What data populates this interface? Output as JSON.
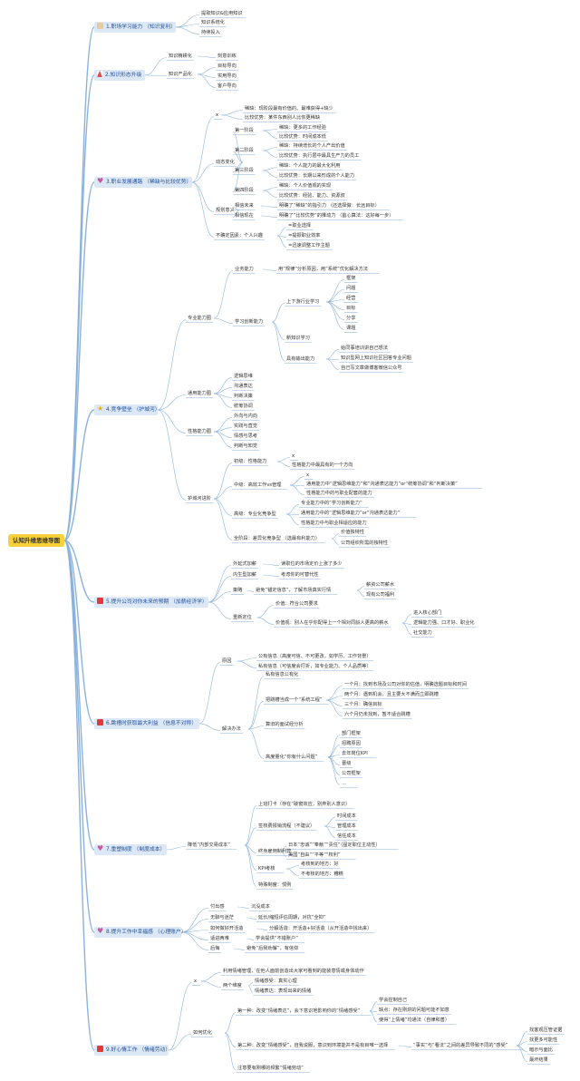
{
  "root": "认知升维思维导图",
  "colors": {
    "branch_line": "#8ab2dd",
    "branch_fill": "#dde8f6",
    "root_fill": "#f6d13a",
    "text_blue": "#1e4e9b"
  },
  "branches": [
    {
      "id": "b1",
      "icon": "hand-icon",
      "label": "1.职场学习能力 （知识复利）"
    },
    {
      "id": "b2",
      "icon": "warning-icon",
      "label": "2.知识形态升级"
    },
    {
      "id": "b3",
      "icon": "heart-icon",
      "label": "3.职业发展通路 （稀缺与比较优势）"
    },
    {
      "id": "b4",
      "icon": "star-icon",
      "label": "4.竞争壁垒 （护城河）"
    },
    {
      "id": "b5",
      "icon": "flag-icon",
      "label": "5.提升公司对你未来的预期 （加薪经济学）"
    },
    {
      "id": "b6",
      "icon": "flag-icon",
      "label": "6.跳槽时获取最大利益 （信息不对称）"
    },
    {
      "id": "b7",
      "icon": "heart-icon",
      "label": "7.重塑制度 （制度成本）"
    },
    {
      "id": "b8",
      "icon": "heart-icon",
      "label": "8.提升工作中幸福感 （心理账户）"
    },
    {
      "id": "b9",
      "icon": "flag-icon",
      "label": "9.好心情工作 （情绪劳动）"
    }
  ],
  "nodes": {
    "n1a": "提取知识&应用知识",
    "n1b": "知识系统化",
    "n1c": "持续投入",
    "n2a": "知识精耕化",
    "n2a1": "刻意训练",
    "n2b": "知识产品化",
    "n2b1": "目标导向",
    "n2b2": "实用导向",
    "n2b3": "客户导向",
    "n3x": "x",
    "n3a1": "稀缺：现阶段最有价值的、最难获得+缺少",
    "n3a2": "比较优势：某件东西别人比你更稀缺",
    "n3b": "动态变化",
    "n3b1": "第一阶段",
    "n3b1a": "稀缺：更多的工作经验",
    "n3b1b": "比较优势：时间成本低",
    "n3b2": "第二阶段",
    "n3b2a": "稀缺：持续增长的个人产出价值",
    "n3b2b": "比较优势：执行层中最具生产力的员工",
    "n3b3": "第三阶段",
    "n3b3a": "稀缺：个人能力的最大化利用",
    "n3b3b": "比较优势：长期以来形成的个人能力",
    "n3b4": "第四阶段",
    "n3b4a": "稀缺：个人价值观的实现",
    "n3b4b": "比较优势：经验、能力、资源叔",
    "n3c": "规划意义",
    "n3c1": "相信未来",
    "n3c1a": "明确了“稀缺”的指引力 （还选择做：长远目标）",
    "n3c2": "相信现在",
    "n3c2a": "明确了“比较优势”的推动力 （首心算法：这好每一步）",
    "n3d": "不确定因素：个人兴趣",
    "n3d1": "=职业选择",
    "n3d2": "=提振职业效率",
    "n3d3": "=迅速调整工作主题",
    "n4a": "专业能力圈",
    "n4a1": "业务能力",
    "n4a1a": "用“规律”分析原因，用“系统”优化解决方法",
    "n4a2": "学习创新能力",
    "n4a2a": "上下游行业学习",
    "n4a2a1": "框架",
    "n4a2a2": "问题",
    "n4a2a3": "经营",
    "n4a2a4": "目标",
    "n4a2a5": "分享",
    "n4a2a6": "课题",
    "n4a2b": "新知识学习",
    "n4a2c": "具有输出能力",
    "n4a2c1": "给同事培训讲自己想法",
    "n4a2c2": "知识型网上知识社区回答专业问题",
    "n4a2c3": "自己写文章做博客微信公众号",
    "n4b": "通用能力圈",
    "n4b1": "逻辑思维",
    "n4b2": "沟通表达",
    "n4b3": "判断决策",
    "n4b4": "统筹协调",
    "n4c": "性格能力圈",
    "n4c1": "外向与内向",
    "n4c2": "实践与直觉",
    "n4c3": "情感与思考",
    "n4c4": "判断与知觉",
    "n4d": "护城河进阶",
    "n4d1": "初级：性格能力",
    "n4d1x": "x",
    "n4d1a": "性格能力中最具有的一个方向",
    "n4d2": "中级：高效工作vs管理",
    "n4d2x": "x",
    "n4d2a": "通用能力中“逻辑思维能力”和“沟通表达能力”or“统筹协调”和“判断决策”",
    "n4d2b": "性格能力中的与职业配套的能力",
    "n4d3": "高级：专业化竞争型",
    "n4d3a": "专业能力中的“学习创新能力”",
    "n4d3b": "通用能力中的“逻辑思维能力”or“沟通表达能力”",
    "n4d3c": "性格能力中与职业相适应的能力",
    "n4d4": "全阶段：差异化竞争型 （选最有利能力）",
    "n4d4a": "价值独特性",
    "n4d4b": "公司组织所需的独特性",
    "n5a": "外延式加薪",
    "n5a1": "读职位的市场定价上涨了多少",
    "n5b": "内生型加薪",
    "n5b1": "考虑你的可替代性",
    "n5c": "策略",
    "n5c1": "避免“锚定信息”，了解市场真实行情",
    "n5c1a": "薪资公司薪水",
    "n5c1b": "现有公司福利",
    "n5d": "重新定位",
    "n5d1": "价值：符合公司要求",
    "n5d2": "价值观：别人在乎你配得上一个相对同龄人更高的薪水",
    "n5d2a": "进入核心部门",
    "n5d2b": "逻辑能力强、口才好、职业化",
    "n5d2c": "社交能力",
    "n6a": "原因",
    "n6a1": "公有信息（高度可信、不可更改，如学历、工作背景）",
    "n6a2": "私有信息（可信度会打折，如专业能力、个人品质等）",
    "n6b": "解决办法",
    "n6b1": "私有信息公有化",
    "n6b2": "把跳槽当成一个“系统工程”",
    "n6b2a": "一个月：找到市场及公司对你的估值，明确选题目标和时间",
    "n6b2b": "两个月：遇到机会，且主要大不满而立即跳槽",
    "n6b2c": "三个月：确信目标",
    "n6b2d": "六个月仍未找到，暂不适合跳槽",
    "n6b3": "算旧的面试经分析",
    "n6b4": "高度量化“你有什么问题”",
    "n6b4a": "部门框架",
    "n6b4b": "招聘原因",
    "n6b4c": "去年岗位KPI",
    "n6b4d": "晋级",
    "n6b4e": "公司框架",
    "n6b4f": "...",
    "n7a": "降低“内部交易成本”",
    "n7a1": "上班打卡（存在“破窗效应，别弃别人意识）",
    "n7a2": "签核费报销流程（不建议）",
    "n7a2a": "时间成本",
    "n7a2b": "管理成本",
    "n7a2c": "信任成本",
    "n7a3": "终身雇佣制利弊",
    "n7a3a": "日本“忠诚”“奉献”“责任”（固定职位主动性）",
    "n7a3b": "美国“自由”“平等”“权利”",
    "n7a4": "KPI考核",
    "n7a4a": "考核到的地方：好",
    "n7a4b": "不考核的地方：糟糕",
    "n7a5": "特殊制度：惯例",
    "n8a": "付出感",
    "n8a1": "沉没成本",
    "n8b": "无聊与迷茫",
    "n8b1": "延长/缩短评估周期，对抗“全抑”",
    "n8c": "如何做好开活造",
    "n8c1": "分解活造：开活造+好活造（从开活造中找出来）",
    "n8d": "适进两难",
    "n8d1": "学会提供“不错账户”",
    "n8e": "后悔",
    "n8e1": "避免“后我劝懈”，有信仰",
    "n9x": "x",
    "n9a": "利用情绪管理，在他人面前创造出大家可看到的能装意情或身体动作",
    "n9b": "两个维度",
    "n9b1": "情绪感受：真实心理",
    "n9b2": "情绪表达：表现出来的情绪",
    "n9c": "如何优化",
    "n9c1": "第一种：改变“情绪表达”，会下意识地影响你的“情绪感受”",
    "n9c1a": "学会控制自己",
    "n9c1b": "缺点：存在刚烘的问题可能不如意",
    "n9c1c": "使得“上情绪”均通法（自律和善）",
    "n9c2": "第二种：改变“情绪感受”，自我说服，意识到环境能并不是有目唯一选择",
    "n9c2a": "“事实”与“看法”之间的差异导致不同的“感受”",
    "n9c2a1": "找客观压管证据",
    "n9c2a2": "找更多可能性",
    "n9c2a3": "暗示与面比",
    "n9c2a4": "最坏结果",
    "n9c3": "注意要有刚哪的频繁“情绪劳动”"
  }
}
